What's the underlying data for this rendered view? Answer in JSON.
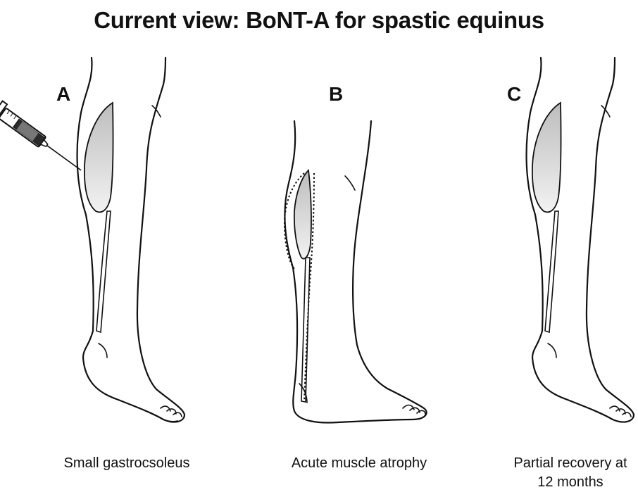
{
  "title": "Current view: BoNT-A for spastic equinus",
  "panels": [
    {
      "letter": "A",
      "caption": "Small gastrocsoleus"
    },
    {
      "letter": "B",
      "caption": "Acute muscle atrophy"
    },
    {
      "letter": "C",
      "caption": "Partial recovery at 12 months"
    }
  ],
  "colors": {
    "muscle_light": "#f2f2f2",
    "muscle_dark": "#bdbdbd",
    "line": "#111111"
  },
  "icons": [
    "syringe-icon"
  ]
}
